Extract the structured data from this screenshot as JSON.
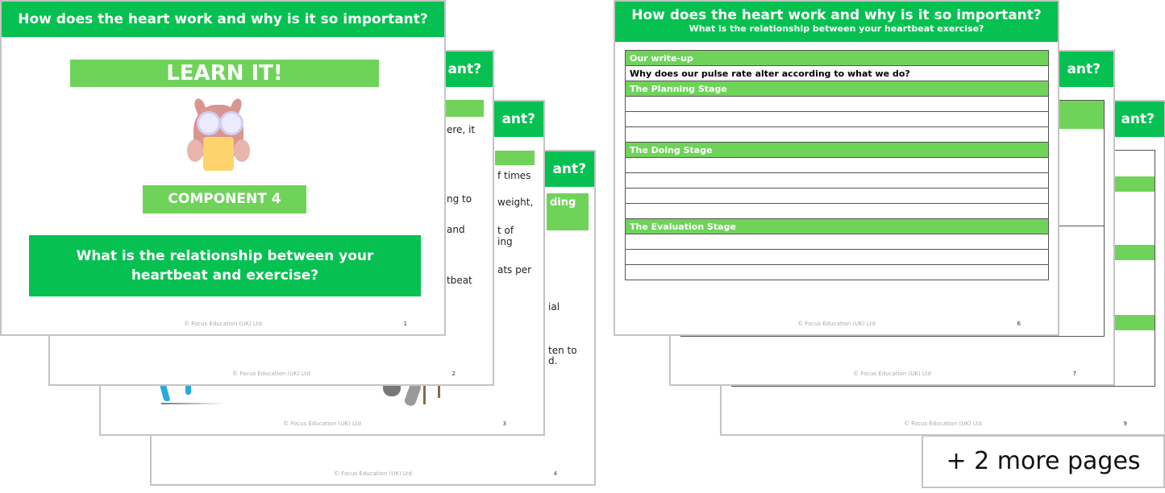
{
  "header_title": "How does the heart work and why is it so important?",
  "header_partial": "ant?",
  "footer": "© Focus Education (UK) Ltd",
  "slide1": {
    "banner": "LEARN IT!",
    "component": "COMPONENT 4",
    "question": "What is the relationship between your heartbeat and exercise?",
    "page": "1",
    "icon": "owl-reading-book-icon"
  },
  "slide2": {
    "page": "2",
    "fragments": [
      "ere, it",
      "ng to",
      "and",
      "tbeat"
    ]
  },
  "slide3": {
    "page": "3",
    "fragments": [
      "f times",
      "weight,",
      "t of",
      "ing",
      "ats per"
    ]
  },
  "slide4": {
    "page": "4",
    "green_label": "ding",
    "fragments": [
      "ial",
      "ten to",
      "d."
    ]
  },
  "slide6": {
    "page": "6",
    "subtitle": "What is the relationship between your heartbeat exercise?",
    "table": {
      "title": "Our write-up",
      "question": "Why does our pulse rate alter according to what we do?",
      "sections": [
        {
          "label": "The Planning Stage",
          "rows": 3
        },
        {
          "label": "The Doing Stage",
          "rows": 4
        },
        {
          "label": "The Evaluation Stage",
          "rows": 3
        }
      ]
    }
  },
  "slide7": {
    "page": "7"
  },
  "slide9": {
    "page": "9"
  },
  "more_pages": "+ 2 more pages",
  "colors": {
    "header_green": "#06c151",
    "light_green": "#6fd35a"
  }
}
